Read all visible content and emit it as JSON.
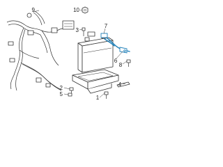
{
  "diagram": {
    "callouts": {
      "c1": "1",
      "c2": "2",
      "c3": "3",
      "c4": "4",
      "c5": "5",
      "c6": "6",
      "c7": "7",
      "c8": "8",
      "c9": "9",
      "c10": "10"
    },
    "colors": {
      "line": "#333333",
      "highlight": "#1e7fb8",
      "background": "#ffffff"
    }
  }
}
